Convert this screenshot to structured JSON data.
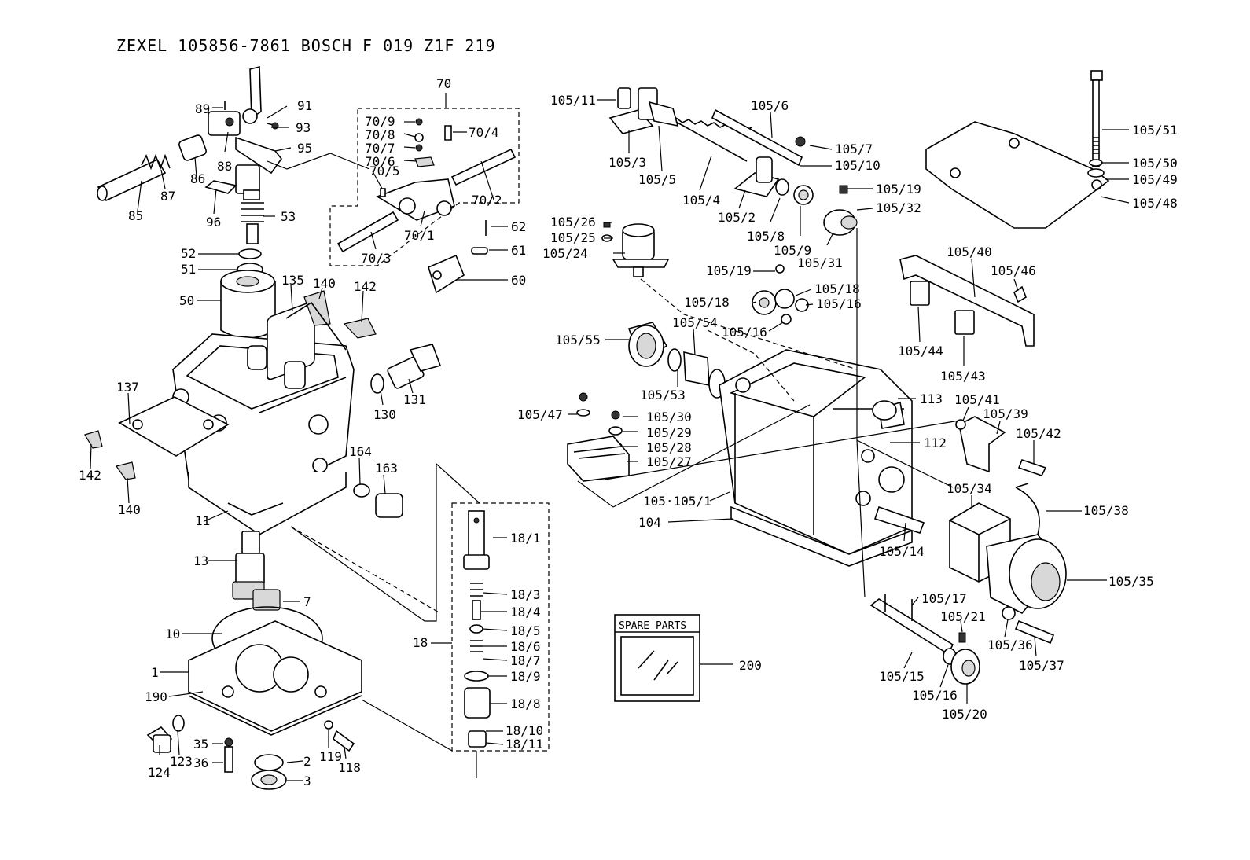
{
  "title": "ZEXEL  105856-7861  BOSCH  F 019 Z1F 219",
  "spare_parts_label": "SPARE PARTS",
  "labels": {
    "l89": "89",
    "l91": "91",
    "l93": "93",
    "l95": "95",
    "l86": "86",
    "l88": "88",
    "l87": "87",
    "l85": "85",
    "l96": "96",
    "l53": "53",
    "l52": "52",
    "l51": "51",
    "l50": "50",
    "l135": "135",
    "l140a": "140",
    "l142a": "142",
    "l137": "137",
    "l142b": "142",
    "l140b": "140",
    "l130": "130",
    "l131": "131",
    "l164": "164",
    "l163": "163",
    "l11": "11",
    "l13": "13",
    "l7": "7",
    "l10": "10",
    "l1": "1",
    "l190": "190",
    "l124": "124",
    "l123": "123",
    "l35": "35",
    "l36": "36",
    "l2": "2",
    "l3": "3",
    "l119": "119",
    "l118": "118",
    "l70": "70",
    "l70_9": "70/9",
    "l70_8": "70/8",
    "l70_7": "70/7",
    "l70_6": "70/6",
    "l70_5": "70/5",
    "l70_4": "70/4",
    "l70_2": "70/2",
    "l70_1": "70/1",
    "l70_3": "70/3",
    "l62": "62",
    "l61": "61",
    "l60": "60",
    "l18": "18",
    "l18_1": "18/1",
    "l18_3": "18/3",
    "l18_4": "18/4",
    "l18_5": "18/5",
    "l18_6": "18/6",
    "l18_7": "18/7",
    "l18_9": "18/9",
    "l18_8": "18/8",
    "l18_10": "18/10",
    "l18_11": "18/11",
    "l105_11": "105/11",
    "l105_3": "105/3",
    "l105_5": "105/5",
    "l105_6": "105/6",
    "l105_4": "105/4",
    "l105_7": "105/7",
    "l105_10": "105/10",
    "l105_19a": "105/19",
    "l105_32": "105/32",
    "l105_2": "105/2",
    "l105_8": "105/8",
    "l105_9": "105/9",
    "l105_31": "105/31",
    "l105_26": "105/26",
    "l105_25": "105/25",
    "l105_24": "105/24",
    "l105_19b": "105/19",
    "l105_18a": "105/18",
    "l105_18b": "105/18",
    "l105_16a": "105/16",
    "l105_16b": "105/16",
    "l105_54": "105/54",
    "l105_55": "105/55",
    "l105_53": "105/53",
    "l105_47": "105/47",
    "l105_30": "105/30",
    "l105_29": "105/29",
    "l105_28": "105/28",
    "l105_27": "105/27",
    "l105_105_1": "105·105/1",
    "l104": "104",
    "l113": "113",
    "l112": "112",
    "l105_14": "105/14",
    "l105_51": "105/51",
    "l105_50": "105/50",
    "l105_49": "105/49",
    "l105_48": "105/48",
    "l105_40": "105/40",
    "l105_46": "105/46",
    "l105_44": "105/44",
    "l105_43": "105/43",
    "l105_41": "105/41",
    "l105_39": "105/39",
    "l105_42": "105/42",
    "l105_34": "105/34",
    "l105_38": "105/38",
    "l105_35": "105/35",
    "l105_17": "105/17",
    "l105_21": "105/21",
    "l105_36": "105/36",
    "l105_37": "105/37",
    "l105_15": "105/15",
    "l105_16c": "105/16",
    "l105_20": "105/20",
    "l200": "200"
  }
}
